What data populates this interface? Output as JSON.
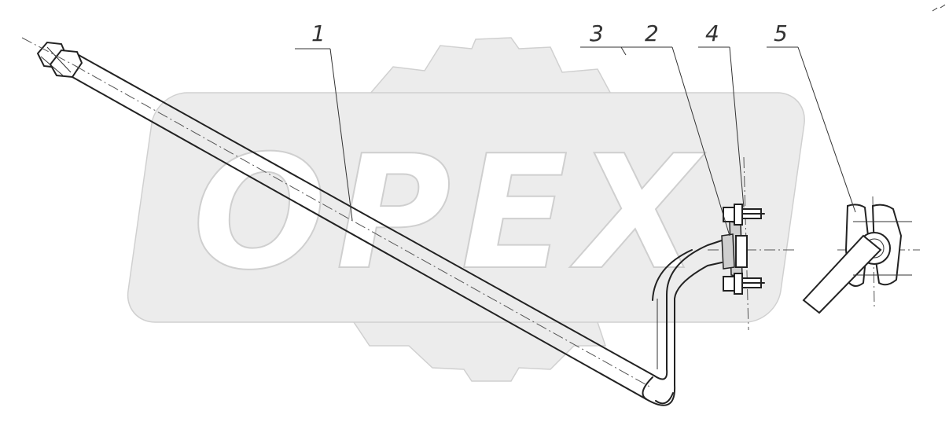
{
  "watermark": {
    "text": "OPEX"
  },
  "callouts": [
    {
      "id": "1",
      "label": "1"
    },
    {
      "id": "3",
      "label": "3"
    },
    {
      "id": "2",
      "label": "2"
    },
    {
      "id": "4",
      "label": "4"
    },
    {
      "id": "5",
      "label": "5"
    }
  ]
}
